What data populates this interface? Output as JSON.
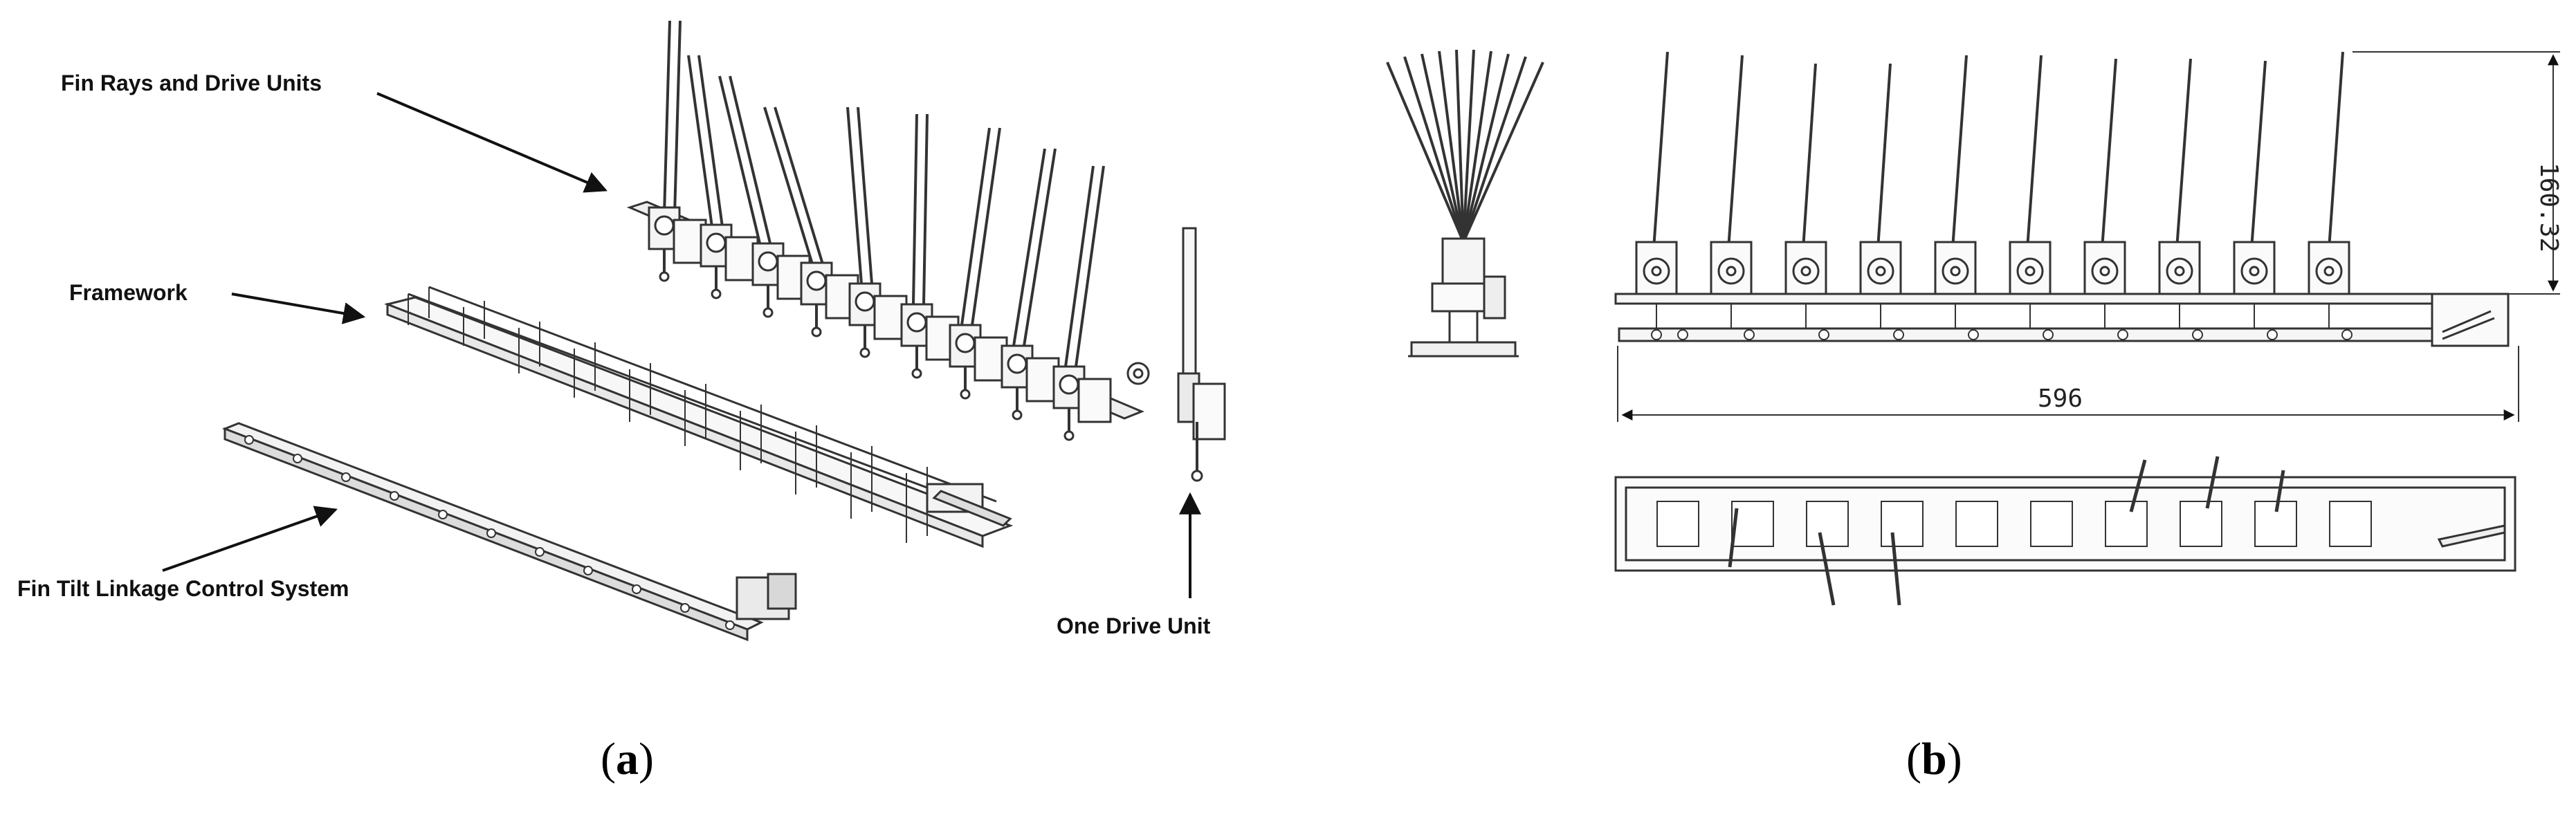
{
  "panel_a": {
    "label_open": "(",
    "label_letter": "a",
    "label_close": ")",
    "callouts": {
      "fin_rays": "Fin Rays and Drive Units",
      "framework": "Framework",
      "linkage": "Fin Tilt Linkage Control System",
      "one_unit": "One Drive Unit"
    }
  },
  "panel_b": {
    "label_open": "(",
    "label_letter": "b",
    "label_close": ")",
    "dimensions": {
      "height": "160.32",
      "length": "596"
    }
  }
}
